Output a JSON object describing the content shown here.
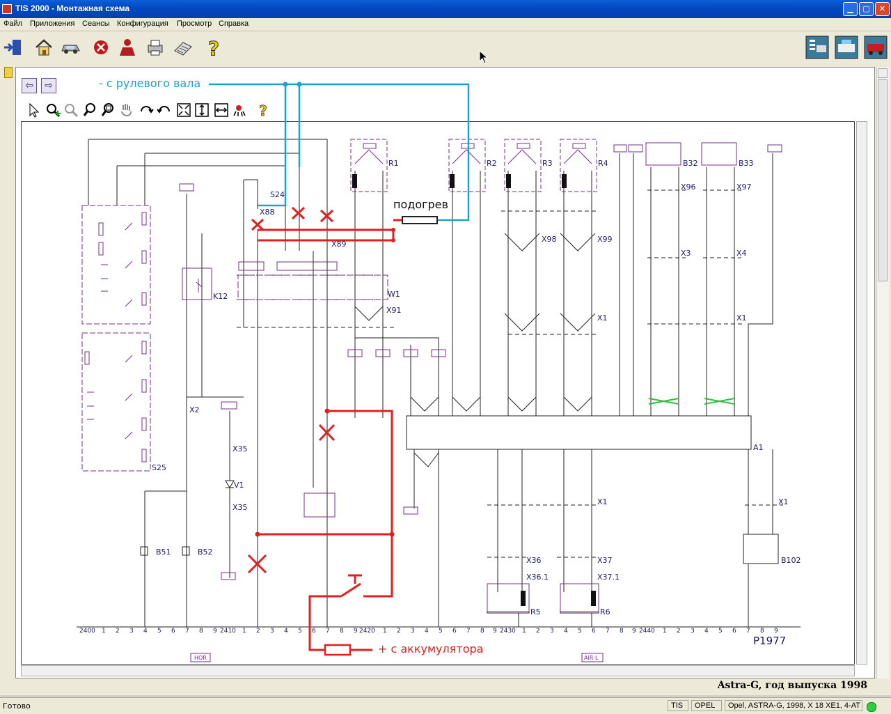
{
  "window": {
    "title": "TIS 2000 - Монтажная схема",
    "minimize": "▁",
    "maximize": "▢",
    "close": "✕"
  },
  "menu": [
    "Файл",
    "Приложения",
    "Сеансы",
    "Конфигурация",
    "Просмотр",
    "Справка"
  ],
  "toolbar_icons": [
    "exit-icon",
    "home-icon",
    "vehicle-icon",
    "stop-icon",
    "user-icon",
    "print-icon",
    "notes-icon",
    "help-icon"
  ],
  "toolbar_right_icons": [
    "vehicle-list-icon",
    "diagnostic-vehicle-icon",
    "vehicle-photo-icon"
  ],
  "nav": {
    "back": "⇦",
    "forward": "⇨"
  },
  "diagram_tools": [
    "pointer-icon",
    "zoom-in-icon",
    "zoom-out-icon",
    "zoom-icon",
    "zoom-area-icon",
    "pan-hand-icon",
    "rotate-cw-icon",
    "rotate-ccw-icon",
    "fit-window-icon",
    "fit-height-icon",
    "fit-width-icon",
    "highlight-icon",
    "help-icon"
  ],
  "annotations": {
    "steering": "- с рулевого вала",
    "heating": "подогрев",
    "battery": "+ с аккумулятора"
  },
  "colors": {
    "annotation_blue": "#1fa0d0",
    "annotation_red": "#e02020",
    "wiring_purple": "#7a2e8a",
    "wiring_blue": "#3030a0"
  },
  "diagram": {
    "components": [
      "R1",
      "R2",
      "R3",
      "R4",
      "B32",
      "B33",
      "S24",
      "X88",
      "X89",
      "W1",
      "X91",
      "K12",
      "X2",
      "S25",
      "X35",
      "V1",
      "B51",
      "B52",
      "X98",
      "X99",
      "X1",
      "X96",
      "X97",
      "X3",
      "X4",
      "A1",
      "X36",
      "X36.1",
      "X37",
      "X37.1",
      "R5",
      "R6",
      "B102"
    ],
    "ruler": [
      "2400",
      "1",
      "2",
      "3",
      "4",
      "5",
      "6",
      "7",
      "8",
      "9",
      "2410",
      "1",
      "2",
      "3",
      "4",
      "5",
      "6",
      "7",
      "8",
      "9",
      "2420",
      "1",
      "2",
      "3",
      "4",
      "5",
      "6",
      "7",
      "8",
      "9",
      "2430",
      "1",
      "2",
      "3",
      "4",
      "5",
      "6",
      "7",
      "8",
      "9",
      "2440",
      "1",
      "2",
      "3",
      "4",
      "5",
      "6",
      "7",
      "8",
      "9"
    ],
    "tags": {
      "hor": "HOR",
      "airl": "AIR-L",
      "p_code": "P1977"
    }
  },
  "caption": "Astra-G, год выпуска 1998",
  "status": {
    "ready": "Готово",
    "app": "TIS",
    "make": "OPEL",
    "vehicle": "Opel, ASTRA-G, 1998, X 18 XE1, 4-AT"
  }
}
